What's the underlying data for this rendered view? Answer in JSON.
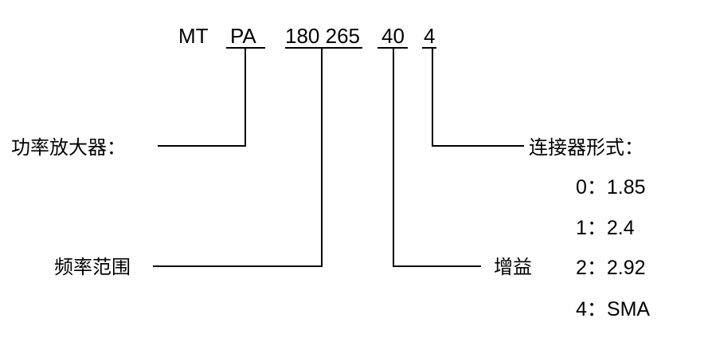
{
  "part_number": {
    "prefix": "MT",
    "type_code": "PA",
    "frequency_code": "180 265",
    "gain_code": "40",
    "connector_code": "4"
  },
  "labels": {
    "type": "功率放大器：",
    "frequency": "频率范围",
    "gain": "增益",
    "connector": "连接器形式："
  },
  "connector_options": [
    "0：1.85",
    "1：2.4",
    "2：2.92",
    "4：SMA"
  ]
}
